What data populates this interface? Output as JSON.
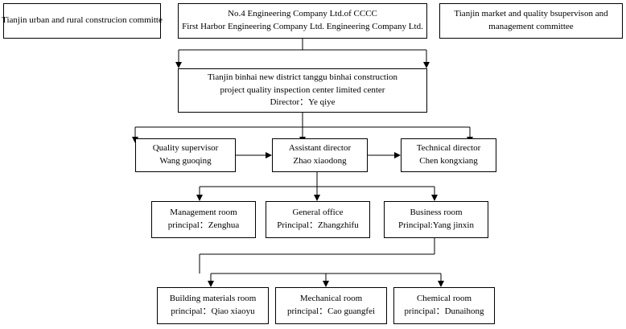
{
  "diagram": {
    "title_hidden": "",
    "nodes": {
      "top_left": {
        "lines": [
          "Tianjin urban and rural  construcion committe"
        ]
      },
      "top_center": {
        "lines": [
          "No.4 Engineering Company Ltd.of CCCC",
          "First Harbor Engineering Company Ltd. Engineering Company Ltd."
        ]
      },
      "top_right": {
        "lines": [
          "Tianjin market and quality bsupervison and",
          "management committee"
        ]
      },
      "center_main": {
        "lines": [
          "Tianjin binhai new district tanggu binhai construction",
          "project quality inspection center limited center",
          "Director：Ye qiye"
        ]
      },
      "quality_supervisor": {
        "lines": [
          "Quality supervisor",
          "Wang guoqing"
        ]
      },
      "assistant_director": {
        "lines": [
          "Assistant director",
          "Zhao xiaodong"
        ]
      },
      "technical_director": {
        "lines": [
          "Technical director",
          "Chen kongxiang"
        ]
      },
      "management_room": {
        "lines": [
          "Management room",
          "principal：Zenghua"
        ]
      },
      "general_office": {
        "lines": [
          "General office",
          "Principal：Zhangzhifu"
        ]
      },
      "business_room": {
        "lines": [
          "Business room",
          "Principal:Yang jinxin"
        ]
      },
      "building_materials_room": {
        "lines": [
          "Building materials room",
          "principal：Qiao xiaoyu"
        ]
      },
      "mechanical_room": {
        "lines": [
          "Mechanical room",
          "principal：Cao guangfei"
        ]
      },
      "chemical_room": {
        "lines": [
          "Chemical room",
          "principal：Dunaihong"
        ]
      }
    },
    "colors": {
      "line": "#000000",
      "box_border": "#000000",
      "background": "#ffffff",
      "text": "#000000"
    }
  }
}
